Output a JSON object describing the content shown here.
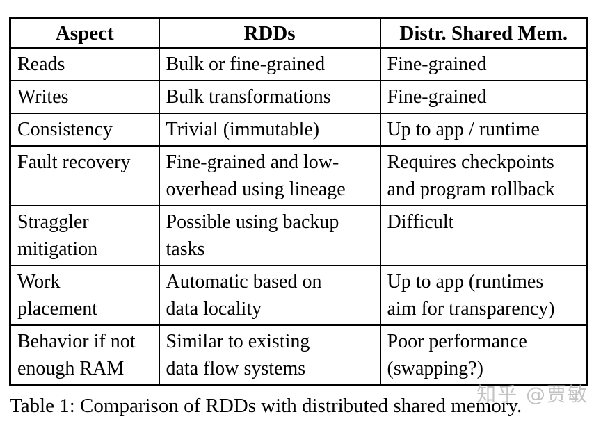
{
  "table": {
    "headers": [
      "Aspect",
      "RDDs",
      "Distr. Shared Mem."
    ],
    "rows": [
      {
        "aspect": "Reads",
        "rdds": "Bulk or fine-grained",
        "dsm": "Fine-grained"
      },
      {
        "aspect": "Writes",
        "rdds": "Bulk transformations",
        "dsm": "Fine-grained"
      },
      {
        "aspect": "Consistency",
        "rdds": "Trivial (immutable)",
        "dsm": "Up to app / runtime"
      },
      {
        "aspect": "Fault recovery",
        "rdds": "Fine-grained and low-\noverhead using lineage",
        "dsm": "Requires checkpoints\nand program rollback"
      },
      {
        "aspect": "Straggler\nmitigation",
        "rdds": "Possible using backup\ntasks",
        "dsm": "Difficult"
      },
      {
        "aspect": "Work\nplacement",
        "rdds": "Automatic based on\ndata locality",
        "dsm": "Up to app (runtimes\naim for transparency)"
      },
      {
        "aspect": "Behavior if not\nenough RAM",
        "rdds": "Similar to existing\ndata flow systems",
        "dsm": "Poor performance\n(swapping?)"
      }
    ]
  },
  "caption": "Table 1: Comparison of RDDs with distributed shared memory.",
  "watermark": "知乎 @贾敏",
  "colors": {
    "background": "#ffffff",
    "border": "#000000",
    "text": "#000000",
    "watermark": "#b9b9b9"
  }
}
